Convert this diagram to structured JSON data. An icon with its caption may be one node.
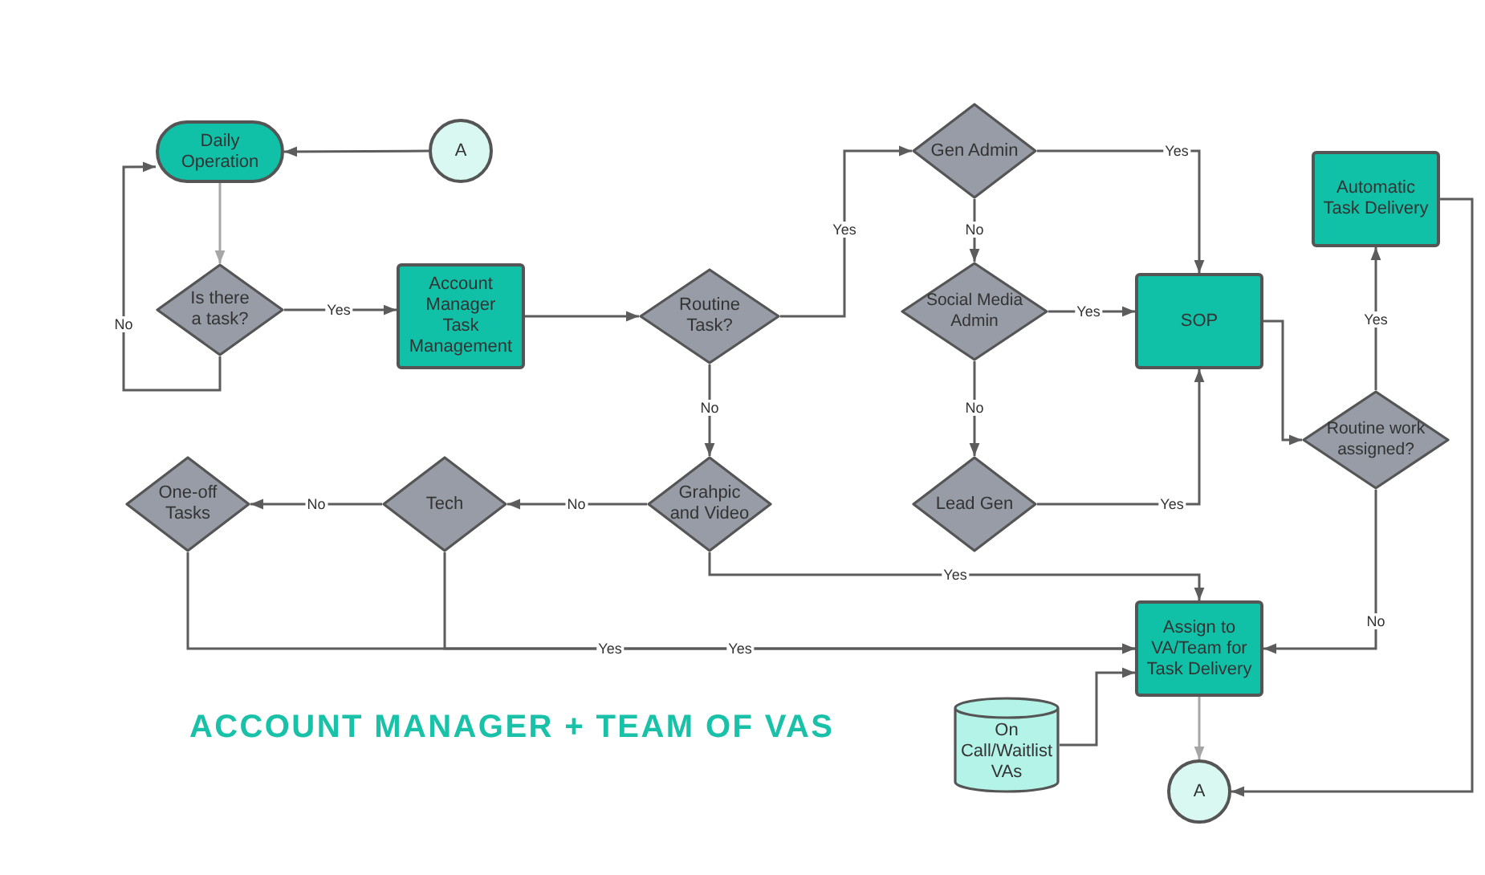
{
  "diagram": {
    "title": "ACCOUNT MANAGER + TEAM OF VAS",
    "nodes": [
      {
        "text": [
          "Daily Operation"
        ]
      },
      {
        "text": [
          "A"
        ]
      },
      {
        "text": [
          "Is there a task?"
        ]
      },
      {
        "text": [
          "Account Manager Task Management"
        ]
      },
      {
        "text": [
          "Routine Task?"
        ]
      },
      {
        "text": [
          "Gen Admin"
        ]
      },
      {
        "text": [
          "Social Media Admin"
        ]
      },
      {
        "text": [
          "SOP"
        ]
      },
      {
        "text": [
          "Automatic Task Delivery"
        ]
      },
      {
        "text": [
          "Routine work assigned?"
        ]
      },
      {
        "text": [
          "Lead Gen"
        ]
      },
      {
        "text": [
          "Grahpic and Video"
        ]
      },
      {
        "text": [
          "Tech"
        ]
      },
      {
        "text": [
          "One-off Tasks"
        ]
      },
      {
        "text": [
          "Assign to VA/Team for Task Delivery"
        ]
      },
      {
        "text": [
          "On Call/Waitlist VAs"
        ]
      },
      {
        "text": [
          "A"
        ]
      }
    ],
    "edges": [
      {
        "from": 1,
        "to": 0,
        "arrow": "to"
      },
      {
        "from": 0,
        "to": 2,
        "arrow": "to",
        "color": "#a6a6a6"
      },
      {
        "from": 2,
        "to": 0,
        "arrow": "to",
        "label": "No"
      },
      {
        "from": 2,
        "to": 3,
        "arrow": "to",
        "label": "Yes"
      },
      {
        "from": 3,
        "to": 4,
        "arrow": "to"
      },
      {
        "from": 4,
        "to": 5,
        "arrow": "to",
        "label": "Yes"
      },
      {
        "from": 4,
        "to": 11,
        "arrow": "to",
        "label": "No"
      },
      {
        "from": 5,
        "to": 7,
        "arrow": "to",
        "label": "Yes"
      },
      {
        "from": 5,
        "to": 6,
        "arrow": "to",
        "label": "No"
      },
      {
        "from": 6,
        "to": 7,
        "arrow": "to",
        "label": "Yes"
      },
      {
        "from": 6,
        "to": 10,
        "arrow": "to",
        "label": "No"
      },
      {
        "from": 10,
        "to": 7,
        "arrow": "to",
        "label": "Yes"
      },
      {
        "from": 7,
        "to": 9,
        "arrow": "to"
      },
      {
        "from": 9,
        "to": 8,
        "arrow": "to",
        "label": "Yes"
      },
      {
        "from": 9,
        "to": 14,
        "arrow": "to",
        "label": "No"
      },
      {
        "from": 8,
        "to": 16,
        "arrow": "to"
      },
      {
        "from": 11,
        "to": 14,
        "arrow": "to",
        "label": "Yes"
      },
      {
        "from": 12,
        "to": 13,
        "arrow": "to",
        "label": "No"
      },
      {
        "from": 11,
        "to": 12,
        "arrow": "to",
        "label": "No"
      },
      {
        "from": 13,
        "to": 14,
        "arrow": "to",
        "label": "Yes"
      },
      {
        "from": 12,
        "to": 14,
        "arrow": "to",
        "label": "Yes"
      },
      {
        "from": 15,
        "to": 14,
        "arrow": "to"
      },
      {
        "from": 14,
        "to": 16,
        "arrow": "to",
        "color": "#a6a6a6"
      }
    ]
  }
}
